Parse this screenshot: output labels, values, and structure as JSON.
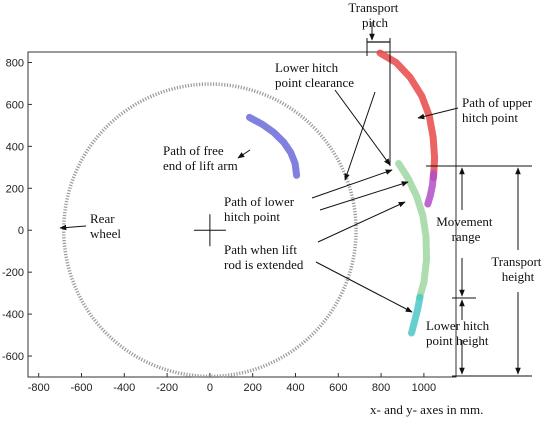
{
  "chart_data": {
    "type": "scatter",
    "xlabel": "",
    "ylabel": "",
    "xlim": [
      -850,
      1150
    ],
    "ylim": [
      -700,
      850
    ],
    "x_ticks": [
      -800,
      -600,
      -400,
      -200,
      0,
      200,
      400,
      600,
      800,
      1000
    ],
    "y_ticks": [
      -600,
      -400,
      -200,
      0,
      200,
      400,
      600,
      800
    ],
    "grid": false,
    "rear_wheel": {
      "center": [
        0,
        0
      ],
      "radius": 690
    },
    "center_cross": [
      0,
      0
    ],
    "series": [
      {
        "color": "#6a6ad8",
        "points": [
          [
            185,
            538
          ],
          [
            245,
            505
          ],
          [
            300,
            465
          ],
          [
            345,
            420
          ],
          [
            378,
            370
          ],
          [
            398,
            318
          ],
          [
            405,
            262
          ]
        ]
      },
      {
        "color": "#e84848",
        "points": [
          [
            795,
            845
          ],
          [
            870,
            800
          ],
          [
            935,
            730
          ],
          [
            990,
            640
          ],
          [
            1025,
            545
          ],
          [
            1043,
            445
          ],
          [
            1050,
            345
          ],
          [
            1045,
            250
          ]
        ]
      },
      {
        "color": "#b34cc8",
        "points": [
          [
            1045,
            270
          ],
          [
            1040,
            215
          ],
          [
            1030,
            165
          ],
          [
            1018,
            125
          ]
        ]
      },
      {
        "color": "#9fd6a1",
        "points": [
          [
            882,
            318
          ],
          [
            925,
            250
          ],
          [
            965,
            165
          ],
          [
            995,
            70
          ],
          [
            1010,
            -30
          ],
          [
            1012,
            -140
          ],
          [
            1000,
            -250
          ],
          [
            980,
            -320
          ]
        ]
      },
      {
        "color": "#4bc8c8",
        "points": [
          [
            982,
            -320
          ],
          [
            970,
            -380
          ],
          [
            955,
            -440
          ],
          [
            942,
            -490
          ]
        ]
      }
    ],
    "annotations": {
      "transport_pitch": [
        "Transport",
        "pitch"
      ],
      "lower_hitch_clearance": [
        "Lower hitch",
        "point clearance"
      ],
      "upper_hitch_path": [
        "Path of upper",
        "hitch point"
      ],
      "free_end_path": [
        "Path of free",
        "end of lift arm"
      ],
      "lower_hitch_path": [
        "Path of lower",
        "hitch point"
      ],
      "lift_rod_extended": [
        "Path when lift",
        "rod is extended"
      ],
      "rear_wheel": [
        "Rear",
        "wheel"
      ],
      "movement_range": [
        "Movement",
        "range"
      ],
      "transport_height": [
        "Transport",
        "height"
      ],
      "lower_hitch_height": [
        "Lower hitch",
        "point height"
      ]
    },
    "caption": "x- and y- axes in mm."
  }
}
